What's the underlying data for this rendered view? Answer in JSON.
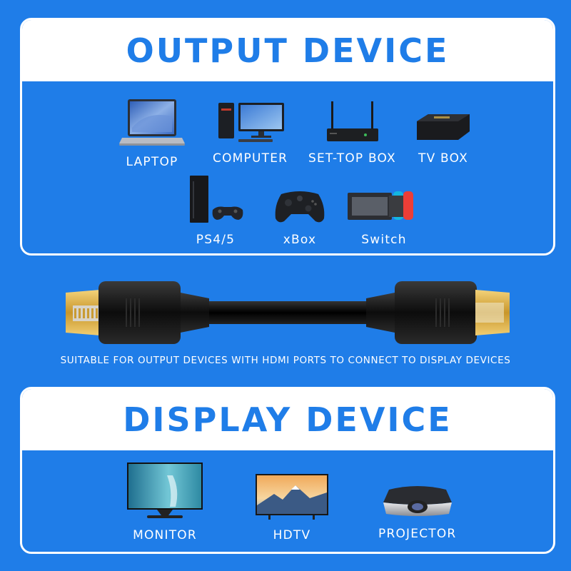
{
  "output_section": {
    "title": "OUTPUT DEVICE",
    "devices": [
      {
        "label": "LAPTOP",
        "icon": "laptop-icon"
      },
      {
        "label": "COMPUTER",
        "icon": "desktop-computer-icon"
      },
      {
        "label": "SET-TOP BOX",
        "icon": "set-top-box-icon"
      },
      {
        "label": "TV BOX",
        "icon": "tv-box-icon"
      },
      {
        "label": "PS4/5",
        "icon": "playstation-icon"
      },
      {
        "label": "xBox",
        "icon": "xbox-controller-icon"
      },
      {
        "label": "Switch",
        "icon": "nintendo-switch-icon"
      }
    ]
  },
  "caption": "SUITABLE FOR OUTPUT DEVICES WITH HDMI PORTS TO CONNECT TO DISPLAY DEVICES",
  "display_section": {
    "title": "DISPLAY DEVICE",
    "devices": [
      {
        "label": "MONITOR",
        "icon": "monitor-icon"
      },
      {
        "label": "HDTV",
        "icon": "hdtv-icon"
      },
      {
        "label": "PROJECTOR",
        "icon": "projector-icon"
      }
    ]
  },
  "colors": {
    "background": "#1f7de8",
    "panel_header": "#ffffff",
    "title_text": "#1f7de8",
    "cable_black": "#111111",
    "connector_gold": "#d9a62e"
  }
}
